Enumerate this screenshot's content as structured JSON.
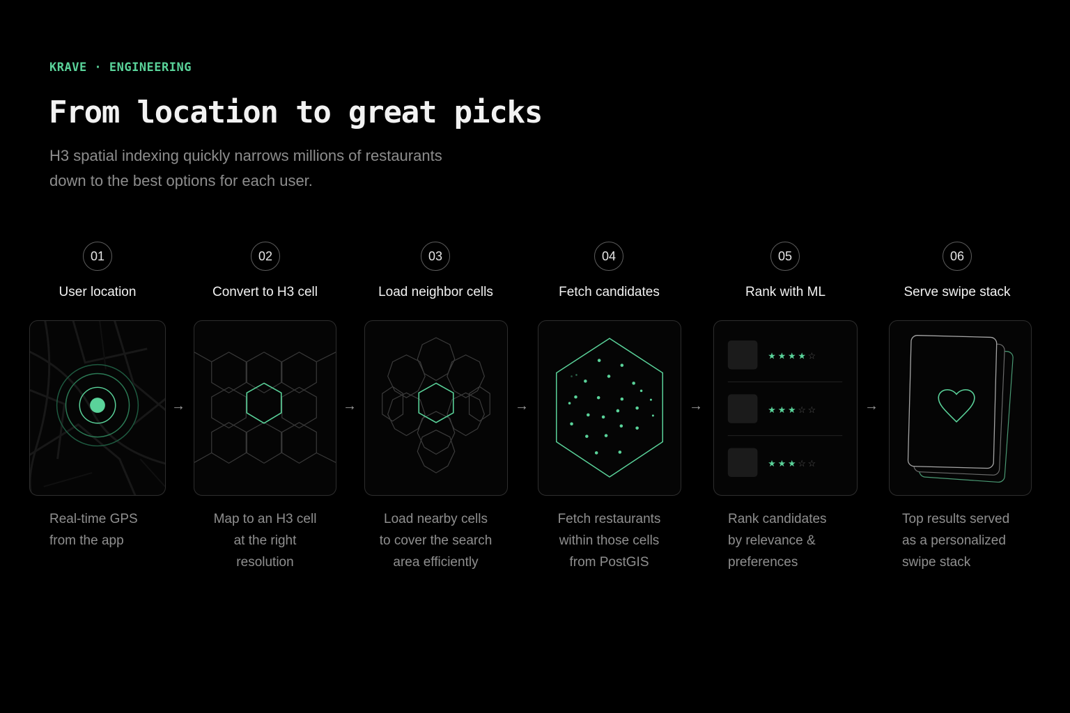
{
  "header": {
    "eyebrow": "KRAVE · ENGINEERING",
    "title": "From location to great picks",
    "subtitle_line1": "H3 spatial indexing quickly narrows millions of restaurants",
    "subtitle_line2": "down to the best options for each user."
  },
  "accent_color": "#5ad39a",
  "arrow_glyph": "→",
  "steps": [
    {
      "number": "01",
      "title": "User location",
      "desc": [
        "Real-time GPS",
        "from the app"
      ],
      "icon": "gps-target-icon"
    },
    {
      "number": "02",
      "title": "Convert to H3 cell",
      "desc": [
        "Map to an H3 cell",
        "at the right",
        "resolution"
      ],
      "icon": "hex-cell-icon"
    },
    {
      "number": "03",
      "title": "Load neighbor cells",
      "desc": [
        "Load nearby cells",
        "to cover the search",
        "area efficiently"
      ],
      "icon": "hex-neighbors-icon"
    },
    {
      "number": "04",
      "title": "Fetch candidates",
      "desc": [
        "Fetch restaurants",
        "within those cells",
        "from PostGIS"
      ],
      "icon": "hex-points-icon"
    },
    {
      "number": "05",
      "title": "Rank with ML",
      "desc": [
        "Rank candidates",
        "by relevance &",
        "preferences"
      ],
      "icon": "ranked-list-icon",
      "ratings": [
        4,
        3,
        3
      ]
    },
    {
      "number": "06",
      "title": "Serve swipe stack",
      "desc": [
        "Top results served",
        "as a personalized",
        "swipe stack"
      ],
      "icon": "card-stack-heart-icon"
    }
  ]
}
